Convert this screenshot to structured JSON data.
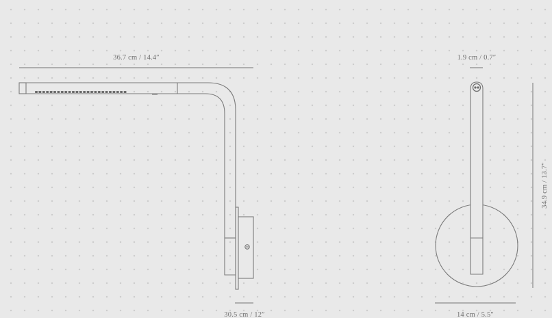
{
  "dimensions": {
    "arm_length": "36.7 cm / 14.4″",
    "projection": "30.5 cm / 12″",
    "head_width": "1.9 cm / 0.7″",
    "total_height": "34.9 cm / 13.7″",
    "backplate_diameter": "14 cm / 5.5″"
  },
  "colors": {
    "background": "#e9e9e9",
    "grid_dot": "#cdcdcd",
    "line": "#7a7a7a",
    "text": "#6f6f6f"
  },
  "icons": {
    "screw": "screw-icon",
    "pivot": "pivot-joint-icon"
  }
}
